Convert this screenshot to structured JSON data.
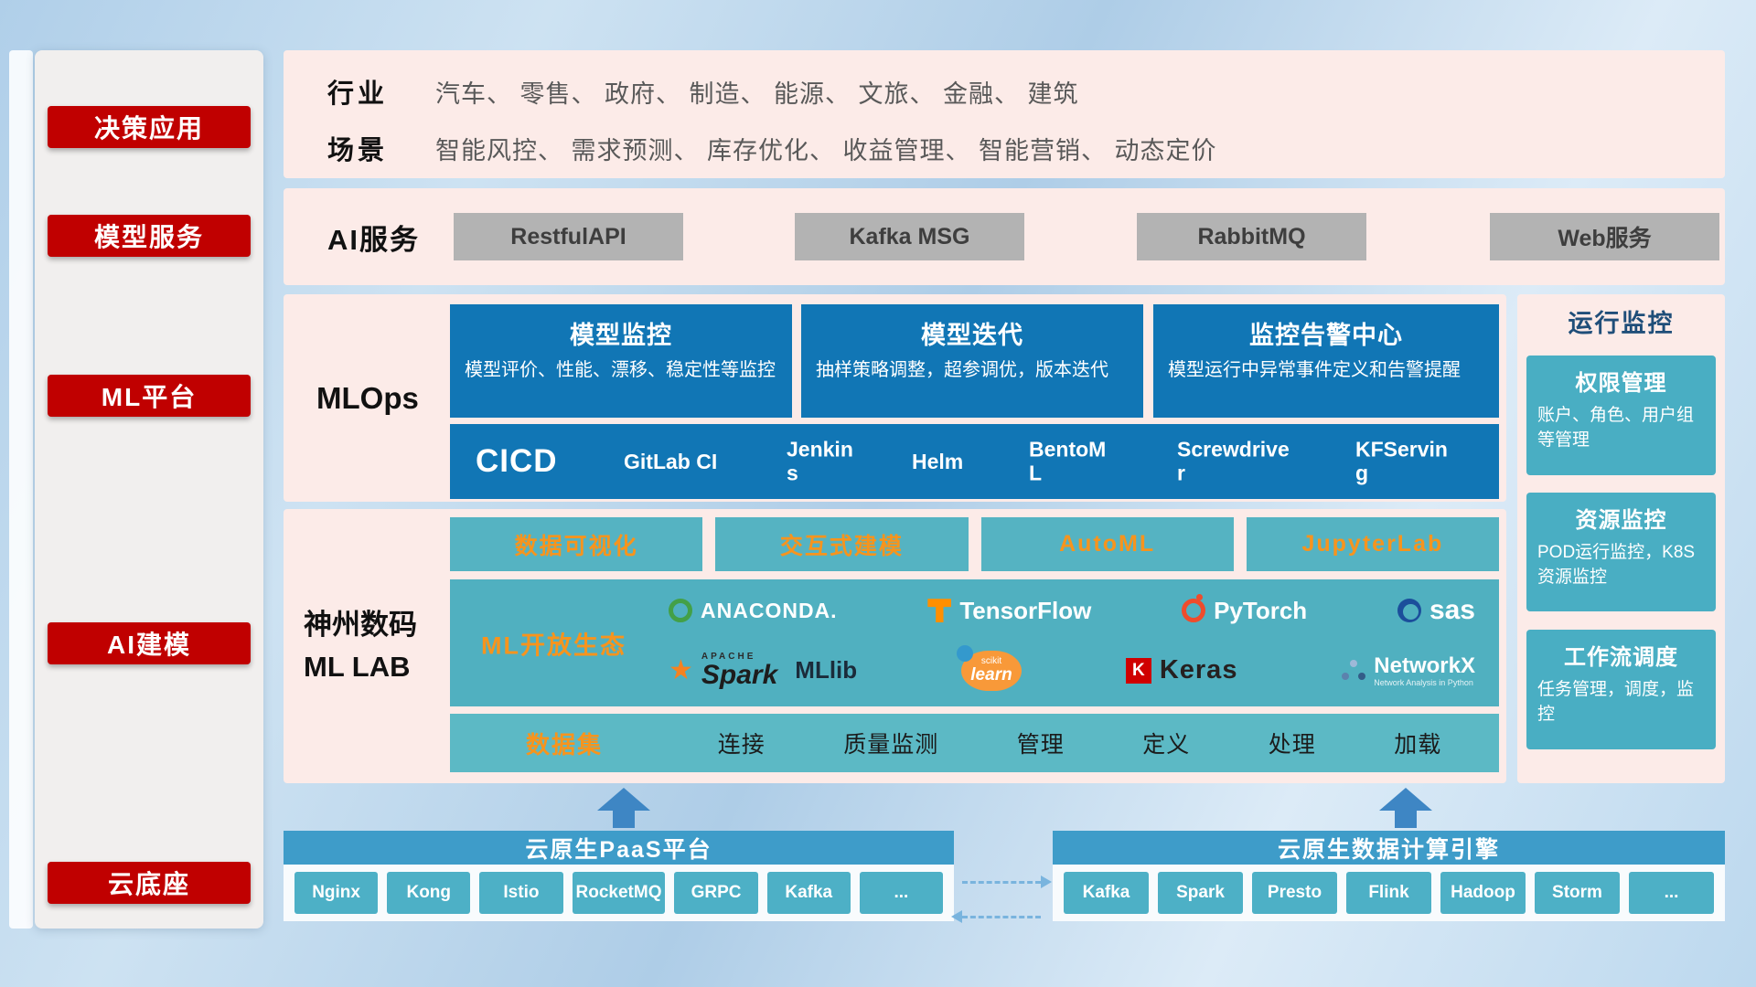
{
  "sidebar": {
    "items": [
      {
        "label": "决策应用"
      },
      {
        "label": "模型服务"
      },
      {
        "label": "ML平台"
      },
      {
        "label": "AI建模"
      },
      {
        "label": "云底座"
      }
    ]
  },
  "industry": {
    "row1_label": "行业",
    "row1_text": "汽车、 零售、 政府、 制造、 能源、 文旅、 金融、 建筑",
    "row2_label": "场景",
    "row2_text": "智能风控、 需求预测、 库存优化、 收益管理、 智能营销、 动态定价"
  },
  "ai_service": {
    "label": "AI服务",
    "services": [
      "RestfulAPI",
      "Kafka MSG",
      "RabbitMQ",
      "Web服务"
    ]
  },
  "mlops": {
    "label": "MLOps",
    "cards": [
      {
        "title": "模型监控",
        "desc": "模型评价、性能、漂移、稳定性等监控"
      },
      {
        "title": "模型迭代",
        "desc": "抽样策略调整，超参调优，版本迭代"
      },
      {
        "title": "监控告警中心",
        "desc": "模型运行中异常事件定义和告警提醒"
      }
    ],
    "cicd_label": "CICD",
    "cicd_tools": [
      "GitLab CI",
      "Jenkins",
      "Helm",
      "BentoML",
      "Screwdriver",
      "KFServing"
    ]
  },
  "monitoring": {
    "title": "运行监控",
    "cards": [
      {
        "title": "权限管理",
        "desc": "账户、角色、用户组等管理"
      },
      {
        "title": "资源监控",
        "desc": "POD运行监控，K8S资源监控"
      },
      {
        "title": "工作流调度",
        "desc": "任务管理，调度，监控"
      }
    ]
  },
  "mllab": {
    "label_line1": "神州数码",
    "label_line2": "ML LAB",
    "top_tools": [
      "数据可视化",
      "交互式建模",
      "AutoML",
      "JupyterLab"
    ],
    "eco_label": "ML开放生态",
    "logos": {
      "anaconda": "ANACONDA.",
      "tensorflow": "TensorFlow",
      "pytorch": "PyTorch",
      "sas": "sas",
      "spark_small": "APACHE",
      "spark": "Spark",
      "mllib": "MLlib",
      "scikit_small": "scikit",
      "scikit": "learn",
      "keras_k": "K",
      "keras": "Keras",
      "networkx": "NetworkX",
      "networkx_sub": "Network Analysis in Python"
    },
    "dataset_label": "数据集",
    "dataset_items": [
      "连接",
      "质量监测",
      "管理",
      "定义",
      "处理",
      "加载"
    ]
  },
  "bottom": {
    "paas_title": "云原生PaaS平台",
    "paas_items": [
      "Nginx",
      "Kong",
      "Istio",
      "RocketMQ",
      "GRPC",
      "Kafka",
      "..."
    ],
    "engine_title": "云原生数据计算引擎",
    "engine_items": [
      "Kafka",
      "Spark",
      "Presto",
      "Flink",
      "Hadoop",
      "Storm",
      "..."
    ]
  },
  "colors": {
    "accent_red": "#c00000",
    "panel_pink": "#fcebe8",
    "card_blue": "#1176b5",
    "teal": "#52b1c2",
    "orange": "#f7941d",
    "bar_blue": "#3e9cc9",
    "title_navy": "#1f4e79",
    "gray_button": "#b3b3b3"
  }
}
